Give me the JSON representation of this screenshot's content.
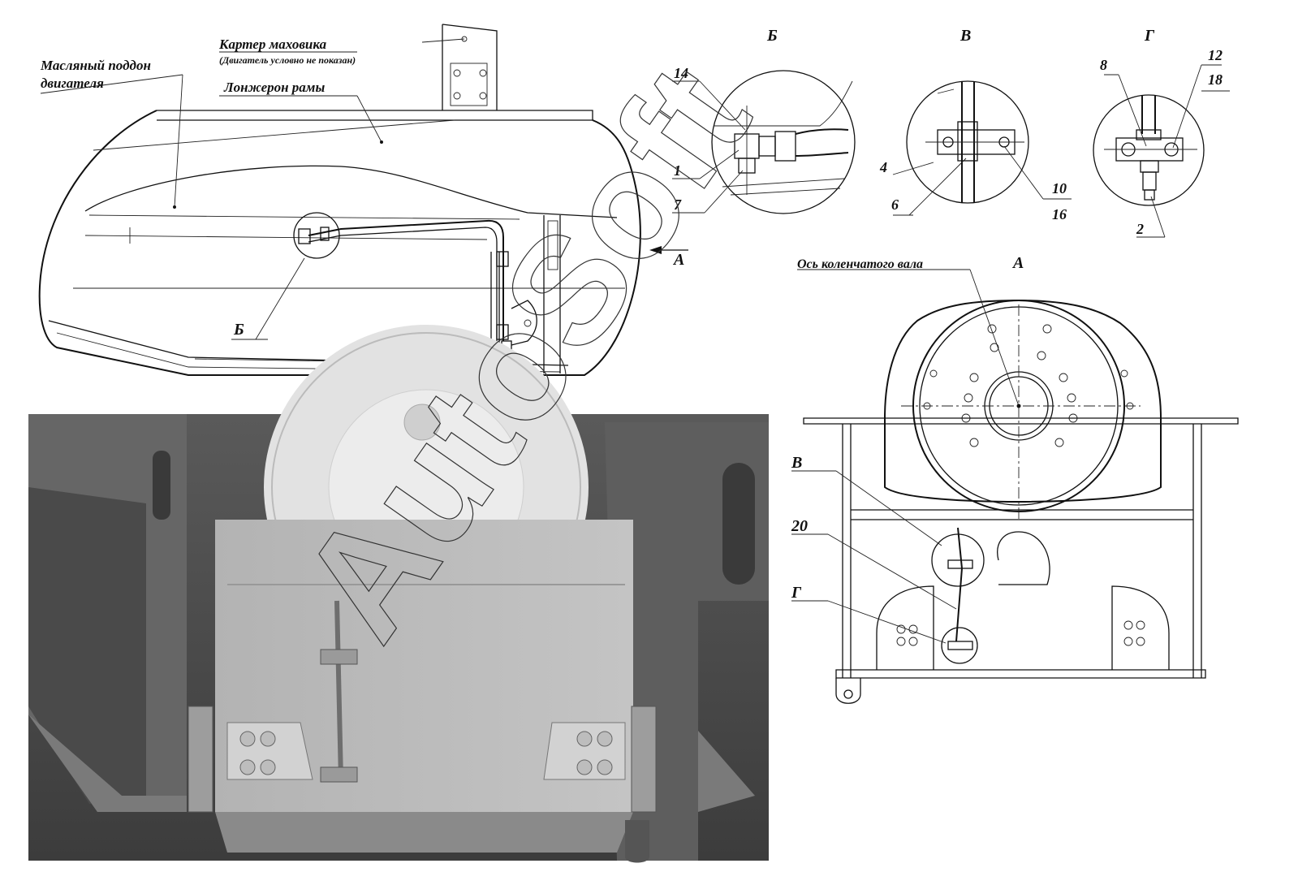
{
  "labels": {
    "flywheel_housing": "Картер маховика",
    "flywheel_housing_note": "(Двигатель условно не показан)",
    "oil_pan_line1": "Масляный поддон",
    "oil_pan_line2": "двигателя",
    "frame_rail": "Лонжерон рамы",
    "crankshaft_axis": "Ось коленчатого вала",
    "arrow_a": "А"
  },
  "views": {
    "b": "Б",
    "v": "В",
    "g": "Г",
    "a": "А"
  },
  "callouts": {
    "b_in_main": "Б",
    "p14": "14",
    "p1": "1",
    "p7": "7",
    "p4": "4",
    "p6": "6",
    "p10": "10",
    "p16": "16",
    "p8": "8",
    "p12": "12",
    "p18": "18",
    "p2": "2",
    "v_in_a": "В",
    "p20": "20",
    "g_in_a": "Г"
  },
  "watermark": "AutoSoft"
}
